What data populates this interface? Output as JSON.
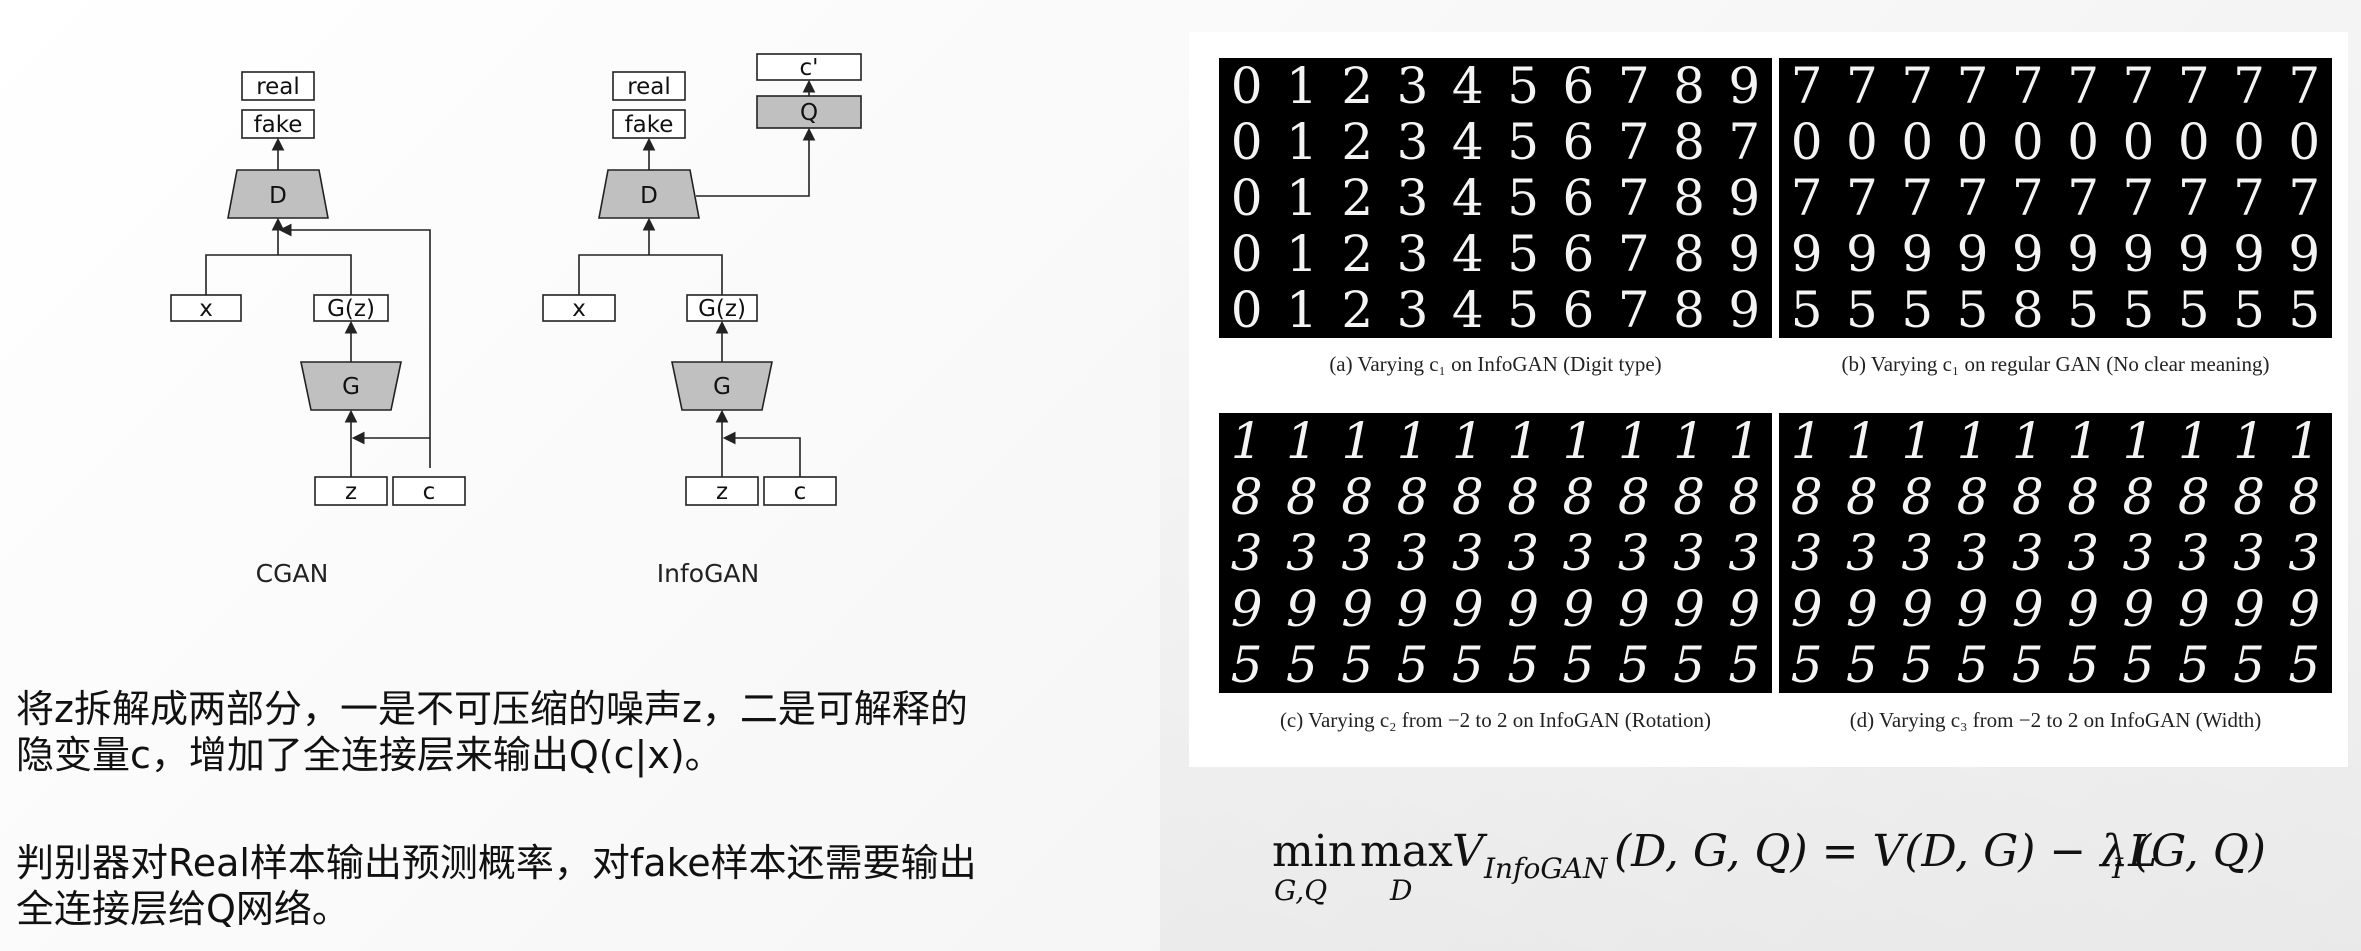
{
  "cgan": {
    "real": "real",
    "fake": "fake",
    "d": "D",
    "x": "x",
    "gz": "G(z)",
    "g": "G",
    "z": "z",
    "c": "c",
    "caption": "CGAN"
  },
  "infogan": {
    "real": "real",
    "fake": "fake",
    "cprime": "c'",
    "q": "Q",
    "d": "D",
    "x": "x",
    "gz": "G(z)",
    "g": "G",
    "z": "z",
    "c": "c",
    "caption": "InfoGAN"
  },
  "panels": [
    {
      "caption": "(a) Varying c₁ on InfoGAN (Digit type)",
      "rows": [
        "0123456789",
        "0123456787",
        "0123456789",
        "0123456789",
        "0123456789"
      ]
    },
    {
      "caption": "(b) Varying c₁ on regular GAN (No clear meaning)",
      "rows": [
        "7777777777",
        "0000000000",
        "7777777777",
        "9999999999",
        "5555855555"
      ]
    },
    {
      "caption": "(c) Varying c₂ from −2 to 2 on InfoGAN (Rotation)",
      "rows": [
        "1111111111",
        "8888888888",
        "3333333333",
        "9999999999",
        "5555555555"
      ]
    },
    {
      "caption": "(d) Varying c₃ from −2 to 2 on InfoGAN (Width)",
      "rows": [
        "1111111111",
        "8888888888",
        "3333333333",
        "9999999999",
        "5555555555"
      ]
    }
  ],
  "text": {
    "para1_line1": "将z拆解成两部分，一是不可压缩的噪声z，二是可解释的",
    "para1_line2": "隐变量c，增加了全连接层来输出Q(c|x)。",
    "para2_line1": "判别器对Real样本输出预测概率，对fake样本还需要输出",
    "para2_line2": "全连接层给Q网络。"
  },
  "formula": {
    "min": "min",
    "min_sub": "G,Q",
    "max": "max",
    "max_sub": "D",
    "v": "V",
    "v_sub": "InfoGAN",
    "rhs": "(D, G, Q) = V(D, G) − λL",
    "l_sub": "I",
    "tail": "(G, Q)"
  }
}
